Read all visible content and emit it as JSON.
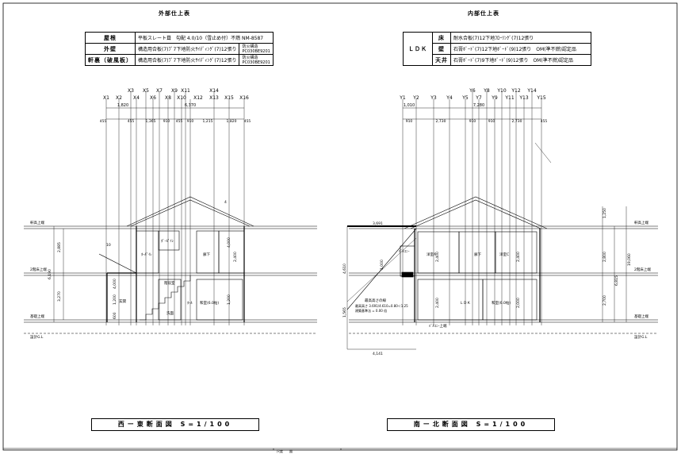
{
  "exterior": {
    "title": "外部仕上表",
    "rows": [
      {
        "label": "屋根",
        "value": "平板スレート葺　勾配 4.0/10（雪止め付）不燃 NM-8587",
        "note": ""
      },
      {
        "label": "外壁",
        "value": "構造用合板(7)ﾌﾞ7下地防火ｻｲﾃﾞｨﾝｸﾞ(7)12張り",
        "note": "防火構造 PC030BE9201"
      },
      {
        "label": "軒裏（破風板）",
        "value": "構造用合板(7)ﾌﾞ7下地防火ｻｲﾃﾞｨﾝｸﾞ(7)12張り",
        "note": "防火構造 PC030BE9201"
      }
    ]
  },
  "interior": {
    "title": "内部仕上表",
    "room": "ＬＤＫ",
    "rows": [
      {
        "label": "床",
        "value": "耐水合板(7)12下地ﾌﾛｰﾘﾝｸﾞ(7)12張り"
      },
      {
        "label": "壁",
        "value": "石膏ﾎﾞｰﾄﾞ(7)12下地ﾎﾞｰﾄﾞ(9)12張り　OM(準不燃)認定品"
      },
      {
        "label": "天井",
        "value": "石膏ﾎﾞｰﾄﾞ(7)9下地ﾎﾞｰﾄﾞ(9)12張り　OM(準不燃)認定品"
      }
    ]
  },
  "left_section": {
    "title": "西ー東断面図 S=1/100",
    "grid_top": [
      "X3",
      "X5",
      "X7",
      "X9",
      "X11",
      "X14"
    ],
    "grid_bottom": [
      "X1",
      "X2",
      "X4",
      "X6",
      "X8",
      "X10",
      "X12",
      "X13",
      "X15",
      "X16"
    ],
    "dims_top": [
      "1,820",
      "6,370"
    ],
    "dims_mid": [
      "455",
      "455",
      "1,365",
      "910",
      "455",
      "910",
      "1,215",
      "1,820",
      "455"
    ],
    "levels": [
      "軒高上端",
      "2階床上端",
      "基礎上端",
      "設計G.L"
    ],
    "heights": [
      "2,885",
      "6,190",
      "3,270"
    ],
    "rooms": [
      "ﾎｰﾙﾟｲﾚ",
      "ﾎﾞｰﾙﾟｲﾚ",
      "廊下",
      "和室(6.0帖)",
      "階段室",
      "玄関",
      "ﾎｰﾙ",
      "洗面"
    ],
    "small_dims": [
      "4,000",
      "4,000",
      "1,200",
      "1,200",
      "600",
      "2,400",
      "10",
      "4"
    ]
  },
  "right_section": {
    "title": "南ー北断面図 S=1/100",
    "grid_top": [
      "Y6",
      "Y8",
      "Y10",
      "Y12",
      "Y14"
    ],
    "grid_bottom": [
      "Y1",
      "Y2",
      "Y3",
      "Y4",
      "Y5",
      "Y7",
      "Y9",
      "Y11",
      "Y13",
      "Y15"
    ],
    "dims_top": [
      "1,010",
      "7,280"
    ],
    "dims_mid": [
      "910",
      "2,730",
      "910",
      "910",
      "2,730",
      "455"
    ],
    "levels": [
      "軒高上端",
      "2階床上端",
      "基礎上端",
      "設計G.L"
    ],
    "heights": [
      "4,610",
      "1,565",
      "1,250",
      "2,800",
      "2,700",
      "19,060",
      "6,815"
    ],
    "rooms": [
      "洋室A",
      "廊下",
      "洋室C",
      "ＬＤＫ",
      "和室(6.0帖)",
      "ﾊﾞﾙｺﾆｰ",
      "ﾊﾞﾙｺﾆｰ上端"
    ],
    "dims": [
      "3,691",
      "4,141",
      "2,400",
      "2,400",
      "2,400",
      "2,000",
      "1,000"
    ],
    "notes": [
      "最高高さの線",
      "最高高さ 3.691/4.610=0.80＜1.25",
      "建築基準法 = 0.00 倍"
    ]
  },
  "footer": [
    "尺度",
    "図"
  ]
}
